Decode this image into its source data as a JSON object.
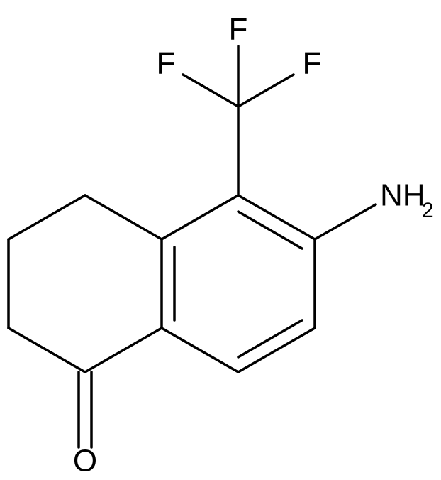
{
  "molecule": {
    "atoms": {
      "f_top": "F",
      "f_left": "F",
      "f_right": "F",
      "nh2_main": "NH",
      "nh2_sub": "2",
      "oxygen": "O"
    },
    "colors": {
      "bond": "#000000",
      "label": "#000000",
      "background": "#ffffff"
    }
  }
}
